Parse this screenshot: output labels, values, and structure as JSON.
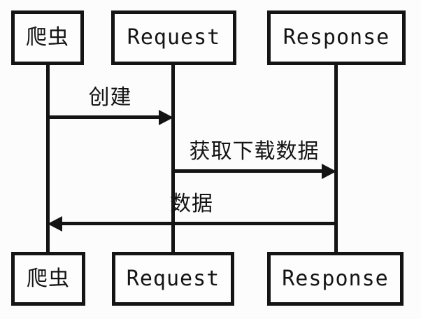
{
  "diagram": {
    "type": "sequence",
    "colors": {
      "line": "#141414",
      "text": "#141414",
      "background": "#fcfcfc",
      "box_fill": "#fdfdfd"
    },
    "actors_top": [
      {
        "label": "爬虫"
      },
      {
        "label": "Request"
      },
      {
        "label": "Response"
      }
    ],
    "actors_bottom": [
      {
        "label": "爬虫"
      },
      {
        "label": "Request"
      },
      {
        "label": "Response"
      }
    ],
    "messages": [
      {
        "label": "创建",
        "from": "爬虫",
        "to": "Request",
        "direction": "right"
      },
      {
        "label": "获取下载数据",
        "from": "Request",
        "to": "Response",
        "direction": "right"
      },
      {
        "label": "数据",
        "from": "Response",
        "to": "爬虫",
        "direction": "left"
      }
    ]
  }
}
